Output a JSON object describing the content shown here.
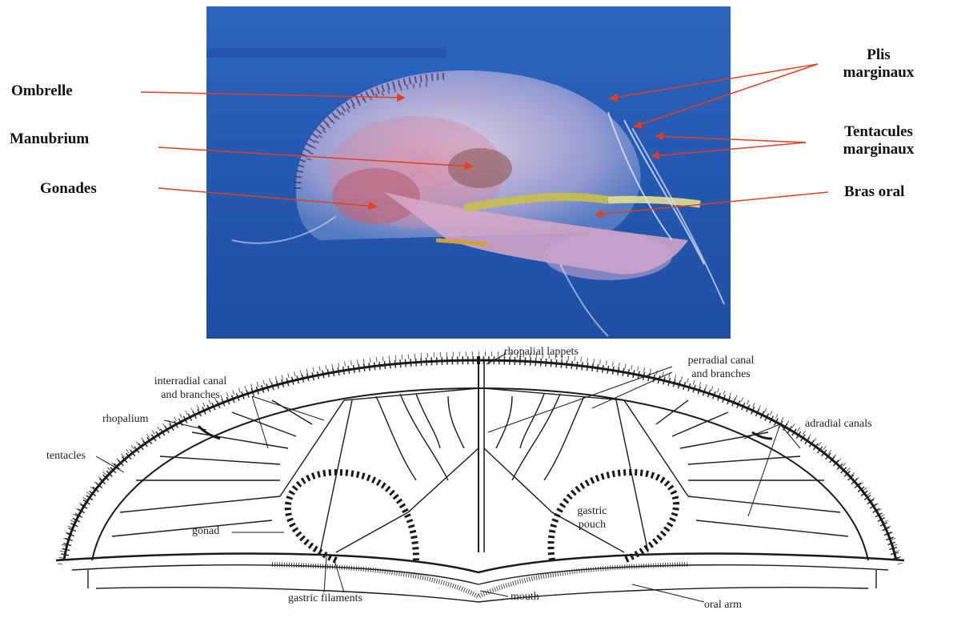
{
  "photo_labels": {
    "ombrelle": "Ombrelle",
    "manubrium": "Manubrium",
    "gonades": "Gonades",
    "plis_line1": "Plis",
    "plis_line2": "marginaux",
    "tentacules_line1": "Tentacules",
    "tentacules_line2": "marginaux",
    "bras_oral": "Bras oral"
  },
  "diagram_labels": {
    "rhopalial_lappets": "rhopalial lappets",
    "perradial_line1": "perradial canal",
    "perradial_line2": "and branches",
    "interradial_line1": "interradial canal",
    "interradial_line2": "and branches",
    "rhopalium": "rhopalium",
    "adradial_canals": "adradial canals",
    "tentacles": "tentacles",
    "gonad": "gonad",
    "gastric_pouch_line1": "gastric",
    "gastric_pouch_line2": "pouch",
    "gastric_filaments": "gastric filaments",
    "mouth": "mouth",
    "oral_arm": "oral arm"
  },
  "colors": {
    "water": "#2a5fb8",
    "water_dark": "#1d4a9a",
    "pointer": "#e0401f",
    "line_art": "#1a1a1a"
  }
}
